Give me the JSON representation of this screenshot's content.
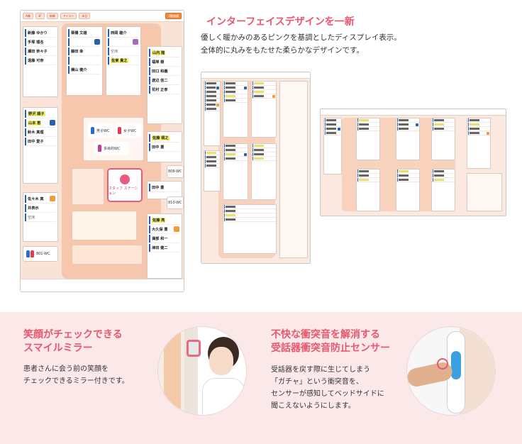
{
  "hero": {
    "title": "インターフェイスデザインを一新",
    "desc_line1": "優しく暖かみのあるピンクを基調としたディスプレイ表示。",
    "desc_line2": "全体的に丸みをもたせた柔らかなデザインです。"
  },
  "screen": {
    "toolbar": [
      "A棟",
      "3F",
      "病棟",
      "アイコン",
      "本日"
    ],
    "toolbar_accent": "4階病棟",
    "beds_left": [
      "新藤 ゆかり",
      "手塚 理名",
      "瀬田 奈々子",
      "遠藤 可奈",
      "野沢 順子",
      "山本 恵",
      "鈴木 真理",
      "田中 愛子",
      "佐々木 真",
      "井表示",
      "空床"
    ],
    "beds_mid": [
      "栗橋 文雄",
      "",
      "藤田 幸",
      "",
      "横山 健介"
    ],
    "beds_right": [
      "西岡 雄介",
      "",
      "山内 陸",
      "福岸 樹",
      "田口 和義",
      "渡辺 信二",
      "佐東 貴之",
      "花村 正孝",
      "佐藤 領之",
      "田中 豊",
      "佐藤 亮",
      "大久保 豊",
      "満部 和一",
      "津田 健二"
    ],
    "empty_label": "空床",
    "wc_male": "男子WC",
    "wc_female": "女子WC",
    "wc_multi": "多目的WC",
    "wc_801": "801-WC",
    "wc_808": "808-WC",
    "wc_810": "810-WC",
    "staff_station": "スタッフ ステーション"
  },
  "smile": {
    "title_line1": "笑顔がチェックできる",
    "title_line2": "スマイルミラー",
    "desc_line1": "患者さんに会う前の笑顔を",
    "desc_line2": "チェックできるミラー付きです。"
  },
  "sensor": {
    "title_line1": "不快な衝突音を解消する",
    "title_line2": "受話器衝突音防止センサー",
    "desc_line1": "受話器を戻す際に生じてしまう",
    "desc_line2": "「ガチャ」という衝突音を、",
    "desc_line3": "センサーが感知してベッドサイドに",
    "desc_line4": "聞こえないようにします。"
  },
  "colors": {
    "accent_pink": "#e8576e",
    "corridor": "#f4b393",
    "bed_blue": "#2a5fb0"
  }
}
